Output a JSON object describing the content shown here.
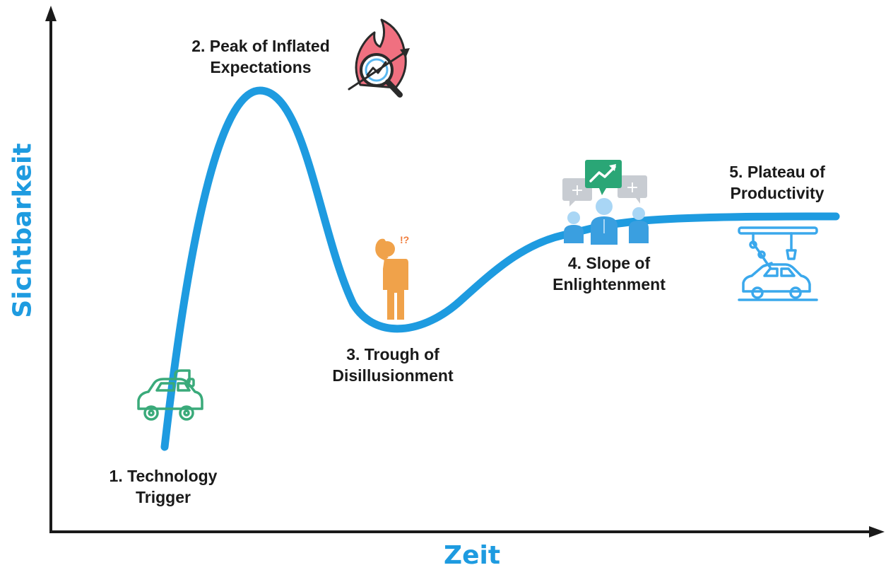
{
  "axes": {
    "y_label": "Sichtbarkeit",
    "x_label": "Zeit"
  },
  "stages": [
    {
      "id": "technology-trigger",
      "line1": "1. Technology",
      "line2": "Trigger",
      "icon": "electric-car-icon"
    },
    {
      "id": "peak",
      "line1": "2. Peak of Inflated",
      "line2": "Expectations",
      "icon": "flame-magnifier-chart-icon"
    },
    {
      "id": "trough",
      "line1": "3. Trough of",
      "line2": "Disillusionment",
      "icon": "confused-person-icon"
    },
    {
      "id": "slope",
      "line1": "4. Slope of",
      "line2": "Enlightenment",
      "icon": "team-discussion-icon"
    },
    {
      "id": "plateau",
      "line1": "5. Plateau of",
      "line2": "Productivity",
      "icon": "robot-car-assembly-icon"
    }
  ],
  "colors": {
    "curve": "#1e9be0",
    "axis": "#1a1a1a",
    "label": "#1a1a1a",
    "axis_label": "#1e9be0",
    "car_icon": "#3aaa7a",
    "flame": "#f07080",
    "person": "#f0a24a",
    "team_people": "#3a9fe0",
    "team_bubble": "#c8ccd2",
    "team_chart_bubble": "#2aa676",
    "robot_icon": "#3aa8ec"
  }
}
